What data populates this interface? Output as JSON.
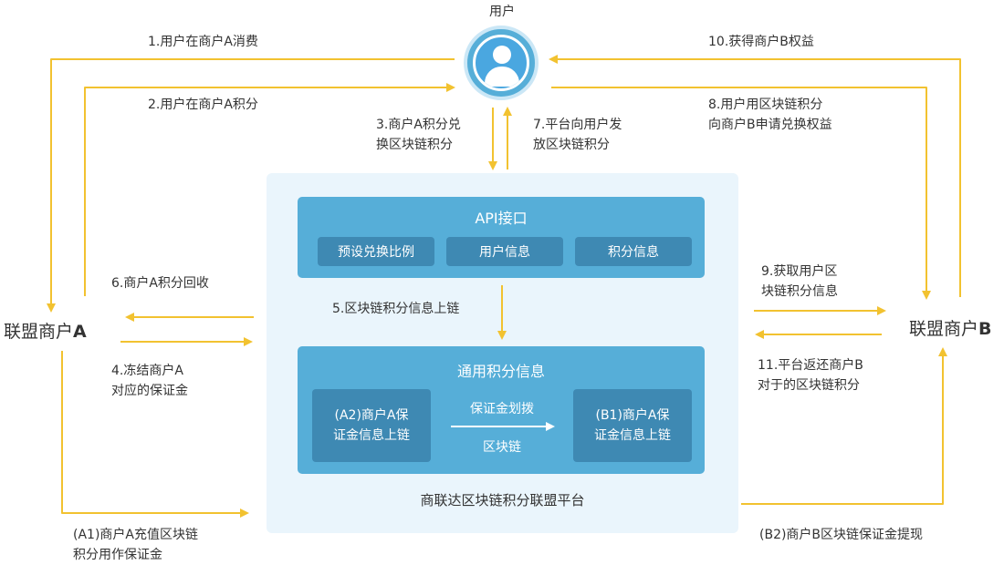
{
  "user": {
    "label": "用户"
  },
  "merchant_a": {
    "name": "联盟商户",
    "letter": "A"
  },
  "merchant_b": {
    "name": "联盟商户",
    "letter": "B"
  },
  "platform": {
    "name": "商联达区块链积分联盟平台",
    "api": {
      "title": "API接口",
      "items": [
        "预设兑换比例",
        "用户信息",
        "积分信息"
      ]
    },
    "points": {
      "title": "通用积分信息",
      "a2": "(A2)商户A保\n证金信息上链",
      "b1": "(B1)商户A保\n证金信息上链",
      "transfer_top": "保证金划拨",
      "transfer_bottom": "区块链"
    }
  },
  "steps": {
    "s1": "1.用户在商户A消费",
    "s2": "2.用户在商户A积分",
    "s3": "3.商户A积分兑\n换区块链积分",
    "s4": "4.冻结商户A\n对应的保证金",
    "s5": "5.区块链积分信息上链",
    "s6": "6.商户A积分回收",
    "s7": "7.平台向用户发\n放区块链积分",
    "s8": "8.用户用区块链积分\n向商户B申请兑换权益",
    "s9": "9.获取用户区\n块链积分信息",
    "s10": "10.获得商户B权益",
    "s11": "11.平台返还商户B\n对于的区块链积分",
    "a1": "(A1)商户A充值区块链\n积分用作保证金",
    "b2": "(B2)商户B区块链保证金提现"
  },
  "colors": {
    "arrow": "#f2c230",
    "panel": "#56aed8",
    "chip": "#3e89b3",
    "platform_bg": "#eaf5fc"
  }
}
